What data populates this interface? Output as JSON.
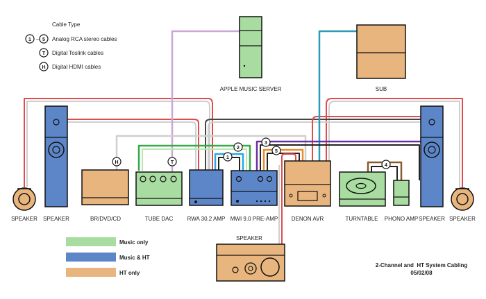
{
  "legend_top": {
    "title": "Cable Type",
    "analog_badge": "1",
    "analog_range": "–",
    "analog_badge_end": "5",
    "analog_label": "Analog RCA stereo cables",
    "toslink_badge": "T",
    "toslink_label": "Digital Toslink cables",
    "hdmi_badge": "H",
    "hdmi_label": "Digital HDMI cables"
  },
  "devices": {
    "apple_server": "APPLE MUSIC SERVER",
    "sub": "SUB",
    "speaker_far_left": "SPEAKER",
    "speaker_left": "SPEAKER",
    "br_dvd_cd": "BR/DVD/CD",
    "tube_dac": "TUBE DAC",
    "rwa_amp": "RWA 30.2 AMP",
    "mwi_preamp": "MWI 9.0 PRE-AMP",
    "denon_avr": "DENON AVR",
    "turntable": "TURNTABLE",
    "phono_amp": "PHONO AMP",
    "speaker_right": "SPEAKER",
    "speaker_far_right": "SPEAKER",
    "center_speaker": "SPEAKER"
  },
  "badges": {
    "b1": "1",
    "b2": "2",
    "b3": "3",
    "b4": "4",
    "b5": "5",
    "hdmi": "H",
    "toslink": "T"
  },
  "legend_bottom": {
    "music_only": "Music only",
    "music_ht": "Music & HT",
    "ht_only": "HT only"
  },
  "footer": {
    "title": "2-Channel and  HT System Cabling",
    "date": "05/02/08"
  },
  "colors": {
    "green": "#a9dca0",
    "blue": "#5d86c8",
    "tan": "#e8b57e",
    "red_cable": "#e04b4b",
    "lilac_cable": "#c9a7d6",
    "teal_cable": "#2b9bb8",
    "purple_cable": "#6b2fa0",
    "orange_cable": "#ee8a2a",
    "brown_cable": "#8a5a2b",
    "cyan_cable": "#29a8df"
  }
}
